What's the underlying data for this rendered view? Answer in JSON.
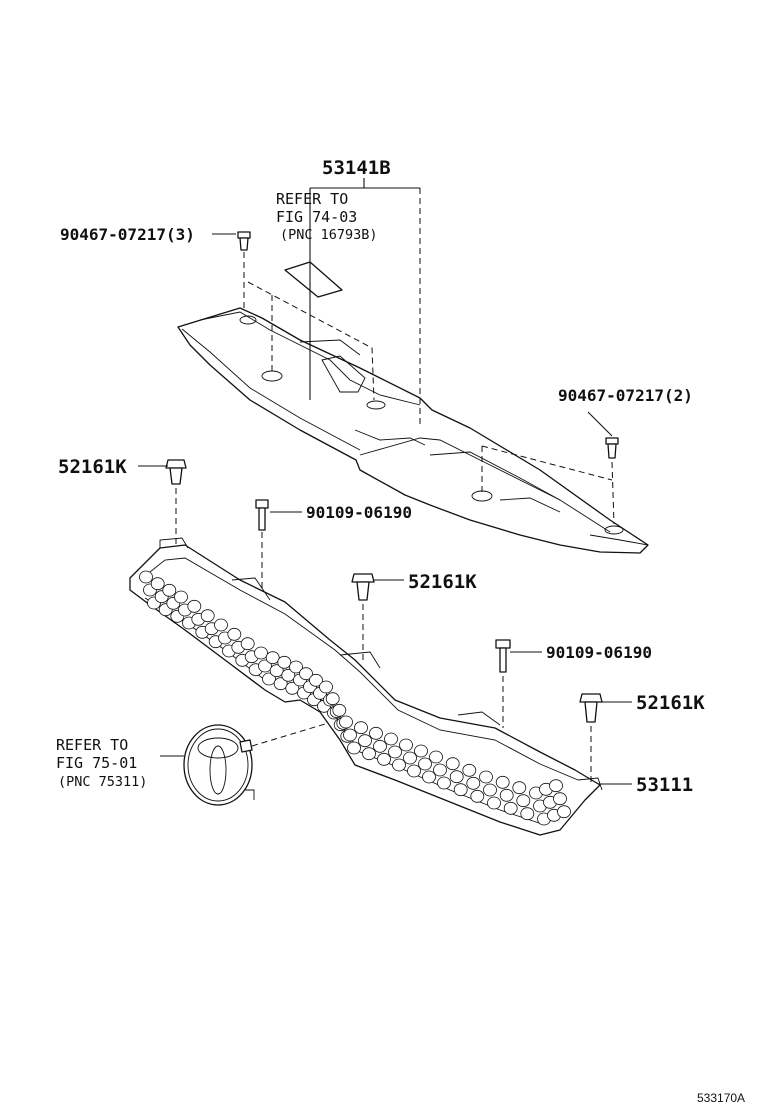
{
  "labels": {
    "cover": "53141B",
    "ref_top_line1": "REFER TO",
    "ref_top_line2": "FIG 74-03",
    "ref_top_line3": "(PNC 16793B)",
    "screw_left": "90467-07217(3)",
    "screw_right": "90467-07217(2)",
    "clip_left": "52161K",
    "bolt_upper": "90109-06190",
    "clip_mid": "52161K",
    "bolt_lower": "90109-06190",
    "clip_right": "52161K",
    "grille": "53111",
    "ref_bottom_line1": "REFER TO",
    "ref_bottom_line2": "FIG 75-01",
    "ref_bottom_line3": "(PNC 75311)",
    "diagram_code": "533170A"
  }
}
